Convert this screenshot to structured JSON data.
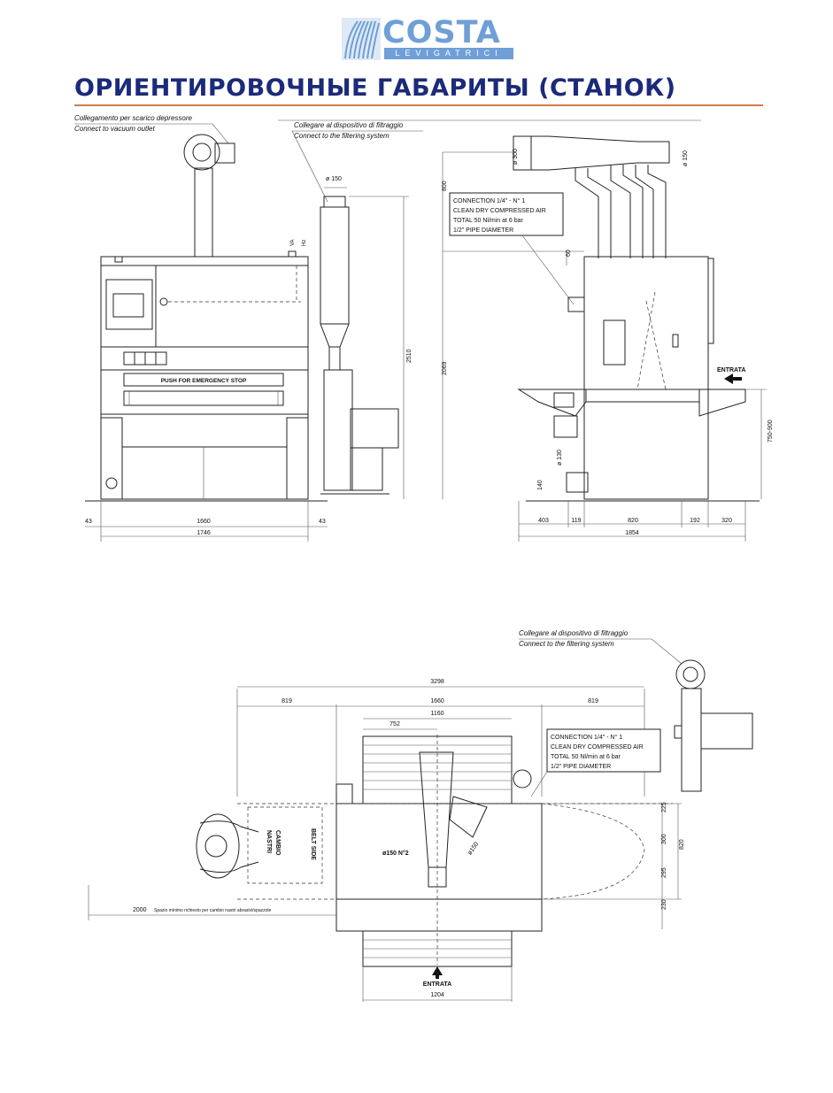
{
  "brand": {
    "name": "COSTA",
    "sub": "LEVIGATRICI"
  },
  "page": {
    "title": "ОРИЕНТИРОВОЧНЫЕ ГАБАРИТЫ (СТАНОК)"
  },
  "front": {
    "note_vacuum_it": "Collegamento per scarico depressore",
    "note_vacuum_en": "Connect to vacuum outlet",
    "emergency_label": "PUSH FOR EMERGENCY STOP",
    "tag_a": "VA",
    "tag_b": "Hz",
    "dims": {
      "left_margin": "43",
      "width": "1660",
      "right_margin": "43",
      "total": "1746"
    }
  },
  "filter_unit": {
    "note_it": "Collegare al dispositivo di filtraggio",
    "note_en": "Connect to the filtering system",
    "dia": "ø 150",
    "height": "2510"
  },
  "side": {
    "connection": [
      "CONNECTION 1/4\" - N° 1",
      "CLEAN DRY COMPRESSED AIR",
      "TOTAL 50 Nl/min at 6 bar",
      "1/2\" PIPE DIAMETER"
    ],
    "dia_300": "ø 300",
    "dia_150": "ø 150",
    "dim_800": "800",
    "dim_60": "60",
    "dim_2069": "2069",
    "dia_130": "ø 130",
    "dim_140": "140",
    "dim_750_900": "750-900",
    "entrata": "ENTRATA",
    "bottom_dims": [
      "403",
      "119",
      "820",
      "192",
      "320"
    ],
    "total": "1854"
  },
  "plan": {
    "note_it": "Collegare al dispositivo di filtraggio",
    "note_en": "Connect to the filtering system",
    "dim_total": "3298",
    "dim_left": "819",
    "dim_mid": "1660",
    "dim_right": "819",
    "dim_1160": "1160",
    "dim_752": "752",
    "connection": [
      "CONNECTION 1/4\" - N° 1",
      "CLEAN DRY COMPRESSED AIR",
      "TOTAL 50 Nl/min at 6 bar",
      "1/2\" PIPE DIAMETER"
    ],
    "dia_150": "ø150",
    "dia_150_n2": "ø150 N°2",
    "belt_side": "BELT SIDE",
    "cambio": "CAMBIO",
    "nastri": "NASTRI",
    "dim_2000": "2000",
    "dim_2000_note": "Spazio minimo richiesto per cambio nastri abrasivi/spazzole",
    "side_dims": [
      "225",
      "300",
      "295",
      "230"
    ],
    "dim_820": "820",
    "entrata": "ENTRATA",
    "dim_1204": "1204"
  }
}
